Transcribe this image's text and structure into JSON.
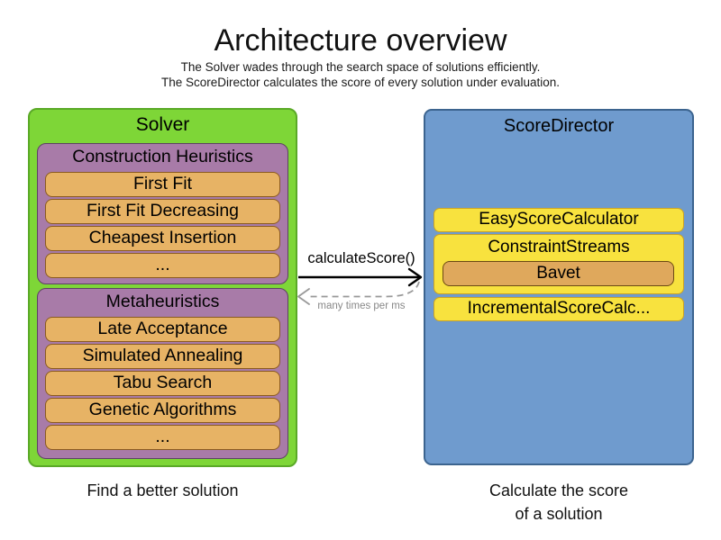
{
  "header": {
    "title": "Architecture overview",
    "subtitle1": "The Solver wades through the search space of solutions efficiently.",
    "subtitle2": "The ScoreDirector calculates the score of every solution under evaluation."
  },
  "solver": {
    "label": "Solver",
    "caption": "Find a better solution",
    "construction": {
      "label": "Construction Heuristics",
      "items": [
        "First Fit",
        "First Fit Decreasing",
        "Cheapest Insertion",
        "..."
      ]
    },
    "metaheuristics": {
      "label": "Metaheuristics",
      "items": [
        "Late Acceptance",
        "Simulated Annealing",
        "Tabu Search",
        "Genetic Algorithms",
        "..."
      ]
    }
  },
  "score_director": {
    "label": "ScoreDirector",
    "caption_line1": "Calculate the score",
    "caption_line2": "of a solution",
    "items": {
      "easy": "EasyScoreCalculator",
      "constraint_streams": "ConstraintStreams",
      "bavet": "Bavet",
      "incremental": "IncrementalScoreCalc..."
    }
  },
  "arrows": {
    "call_label": "calculateScore()",
    "frequency_label": "many times per ms"
  },
  "colors": {
    "solver_green": "#7ed637",
    "solver_green_border": "#5aa927",
    "phase_purple": "#a87ba8",
    "phase_purple_border": "#5d4263",
    "algorithm_orange": "#e7b365",
    "algorithm_orange_border": "#8a5a20",
    "score_director_blue": "#6f9bce",
    "score_director_blue_border": "#3c648f",
    "calculator_yellow": "#f8e23e",
    "calculator_yellow_border": "#c9a227",
    "bavet_orange": "#dfa85c",
    "bavet_orange_border": "#6b4a12",
    "solid_arrow": "#000000",
    "dashed_arrow": "#999999"
  }
}
